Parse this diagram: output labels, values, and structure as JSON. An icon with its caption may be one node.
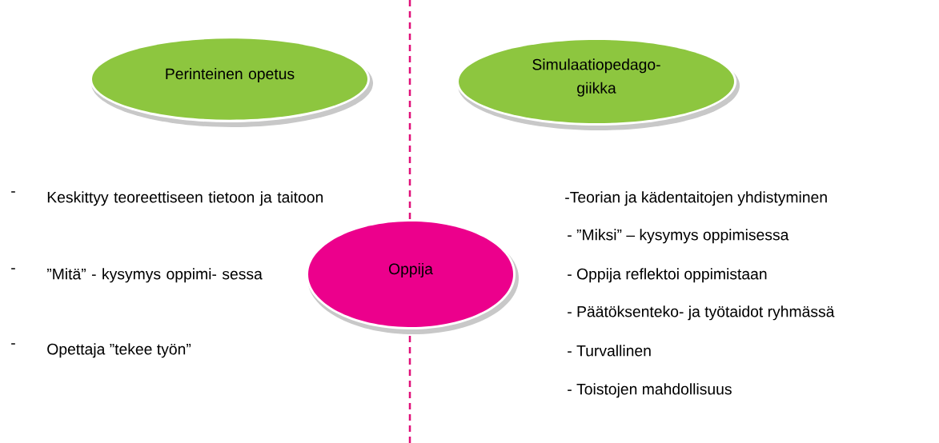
{
  "diagram": {
    "nodes": [
      {
        "text": [
          "Perinteinen opetus"
        ]
      },
      {
        "text": [
          "Simulaatiopedago- giikka"
        ]
      },
      {
        "text": [
          "Oppija"
        ]
      }
    ],
    "labels": [
      "-",
      "Keskittyy teoreettiseen tietoon ja taitoon",
      "-",
      "”Mitä” - kysymys oppimi- sessa",
      "-",
      "Opettaja ”tekee työn”",
      "-Teorian ja kädentaitojen yhdistyminen",
      "- ”Miksi” – kysymys oppimisessa",
      "- Oppija reflektoi oppimistaan",
      "- Päätöksenteko- ja työtaidot ryhmässä",
      "- Turvallinen",
      "- Toistojen mahdollisuus"
    ]
  }
}
